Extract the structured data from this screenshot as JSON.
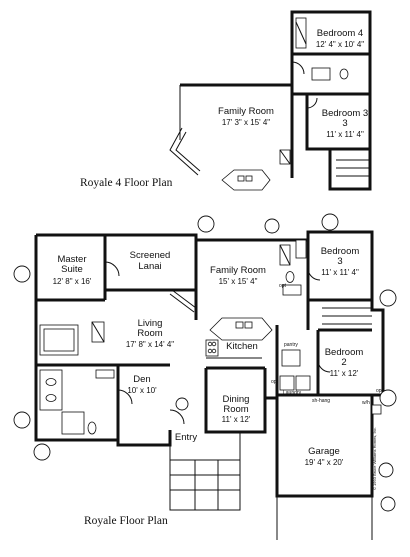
{
  "plans": [
    {
      "title": "Royale 4 Floor Plan",
      "rooms": [
        {
          "name": "Bedroom 4",
          "dims": "12' 4\" x 10' 4\""
        },
        {
          "name": "Family Room",
          "dims": "17' 3\" x 15' 4\""
        },
        {
          "name": "Bedroom 3",
          "dims": "11' x 11' 4\""
        }
      ]
    },
    {
      "title": "Royale Floor Plan",
      "rooms": [
        {
          "name": "Master Suite",
          "dims": "12' 8\" x 16'"
        },
        {
          "name": "Screened Lanai",
          "dims": ""
        },
        {
          "name": "Family Room",
          "dims": "15' x 15' 4\""
        },
        {
          "name": "Bedroom 3",
          "dims": "11' x 11' 4\""
        },
        {
          "name": "Living Room",
          "dims": "17' 8\" x 14' 4\""
        },
        {
          "name": "Kitchen",
          "dims": ""
        },
        {
          "name": "Bedroom 2",
          "dims": "11' x 12'"
        },
        {
          "name": "Den",
          "dims": "10' x 10'"
        },
        {
          "name": "Dining Room",
          "dims": "11' x 12'"
        },
        {
          "name": "Entry",
          "dims": ""
        },
        {
          "name": "Garage",
          "dims": "19' 4\" x 20'"
        }
      ],
      "labels": {
        "pantry": "pantry",
        "laundry": "Laundry",
        "shelving": "sh-hang",
        "water_heater": "w/h",
        "opt1": "opt",
        "opt2": "opt",
        "opt3": "opt",
        "copyright": "© 1993 Bruce Williams Homes, Inc."
      }
    }
  ]
}
